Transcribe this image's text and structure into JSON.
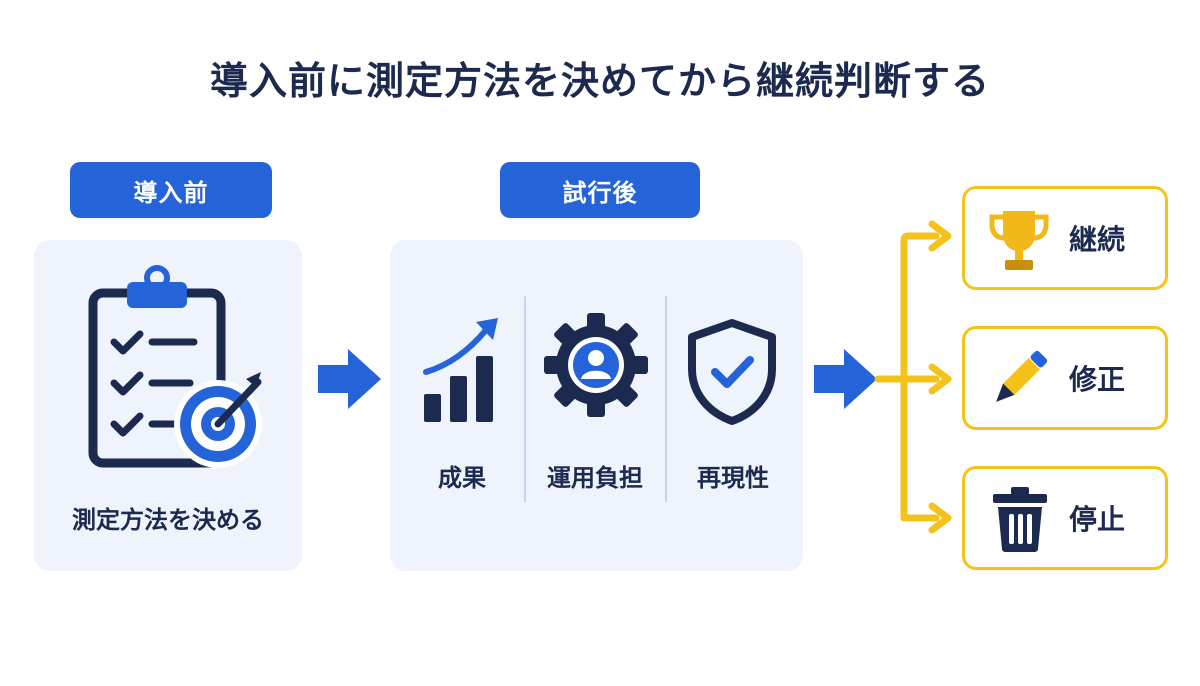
{
  "title": "導入前に測定方法を決めてから継続判断する",
  "before": {
    "tag": "導入前",
    "label": "測定方法を決める",
    "icon": "clipboard-target-icon"
  },
  "after": {
    "tag": "試行後",
    "metrics": [
      {
        "label": "成果",
        "icon": "growth-chart-icon"
      },
      {
        "label": "運用負担",
        "icon": "gear-user-icon"
      },
      {
        "label": "再現性",
        "icon": "shield-check-icon"
      }
    ]
  },
  "outcomes": [
    {
      "label": "継続",
      "icon": "trophy-icon"
    },
    {
      "label": "修正",
      "icon": "pencil-icon"
    },
    {
      "label": "停止",
      "icon": "trash-icon"
    }
  ],
  "colors": {
    "primary_blue": "#2563d8",
    "navy": "#1b2a4e",
    "panel_bg": "#eef3fc",
    "accent_yellow": "#f5c21b"
  }
}
